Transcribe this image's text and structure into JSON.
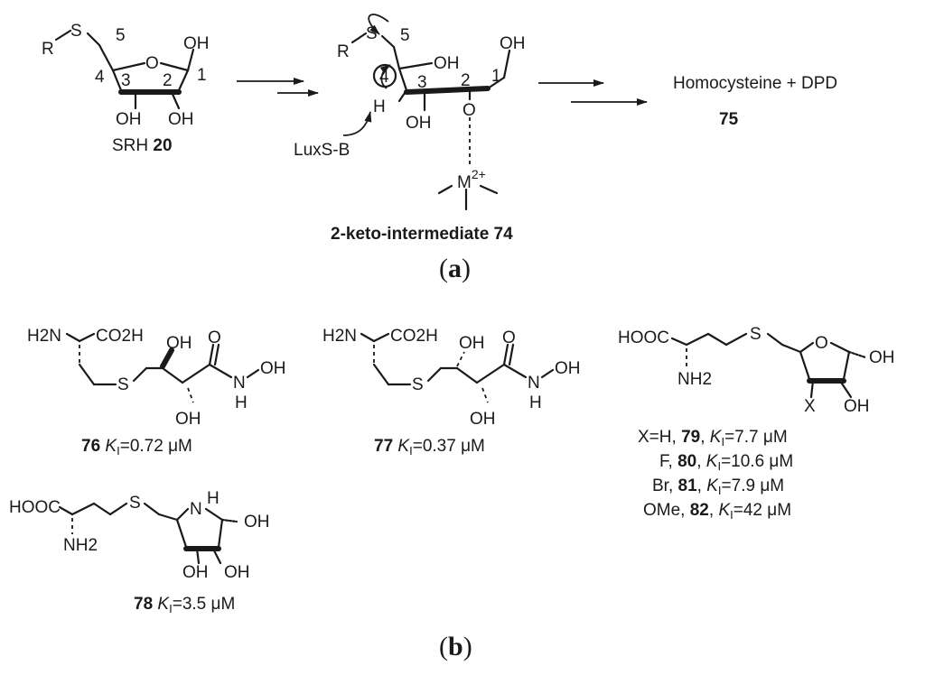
{
  "panel_a": {
    "label_open": "(",
    "label_letter": "a",
    "label_close": ")",
    "srh": {
      "r": "R",
      "s": "S",
      "o": "O",
      "oh1": "OH",
      "oh2": "OH",
      "oh3": "OH",
      "n1": "1",
      "n2": "2",
      "n3": "3",
      "n4": "4",
      "n5": "5",
      "caption_name": "SRH",
      "caption_number": "20"
    },
    "intermediate": {
      "r": "R",
      "s": "S",
      "n5": "5",
      "n4": "4",
      "n3": "3",
      "n2": "2",
      "n1": "1",
      "oh_top": "OH",
      "oh_c4": "OH",
      "oh_c3": "OH",
      "h": "H",
      "o_keto": "O",
      "metal": "M",
      "metal_charge": "2+",
      "base": "LuxS-B",
      "caption": "2-keto-intermediate 74"
    },
    "product": {
      "text": "Homocysteine + DPD",
      "number": "75"
    }
  },
  "panel_b": {
    "label_open": "(",
    "label_letter": "b",
    "label_close": ")",
    "c76": {
      "h2n": "H2N",
      "co2h": "CO2H",
      "s": "S",
      "oh1": "OH",
      "oh2": "OH",
      "o": "O",
      "nh": "N",
      "h": "H",
      "oh3": "OH",
      "number": "76",
      "k": "K",
      "ksub": "I",
      "value": "=0.72 μM"
    },
    "c77": {
      "h2n": "H2N",
      "co2h": "CO2H",
      "s": "S",
      "oh1": "OH",
      "oh2": "OH",
      "o": "O",
      "nh": "N",
      "h": "H",
      "oh3": "OH",
      "number": "77",
      "k": "K",
      "ksub": "I",
      "value": "=0.37 μM"
    },
    "c78": {
      "hooc": "HOOC",
      "nh2": "NH2",
      "s": "S",
      "n": "N",
      "h": "H",
      "oh1": "OH",
      "oh2": "OH",
      "oh3": "OH",
      "number": "78",
      "k": "K",
      "ksub": "I",
      "value": "=3.5 μM"
    },
    "c79": {
      "hooc": "HOOC",
      "nh2": "NH2",
      "s": "S",
      "o": "O",
      "x": "X",
      "oh1": "OH",
      "oh2": "OH",
      "rows": [
        {
          "prefix": "X=H, ",
          "number": "79",
          "k": "K",
          "ksub": "I",
          "value": "=7.7 μM"
        },
        {
          "prefix": "F, ",
          "number": "80",
          "k": "K",
          "ksub": "I",
          "value": "=10.6 μM"
        },
        {
          "prefix": "Br, ",
          "number": "81",
          "k": "K",
          "ksub": "I",
          "value": "=7.9 μM"
        },
        {
          "prefix": "OMe, ",
          "number": "82",
          "k": "K",
          "ksub": "I",
          "value": "=42 μM"
        }
      ]
    }
  }
}
